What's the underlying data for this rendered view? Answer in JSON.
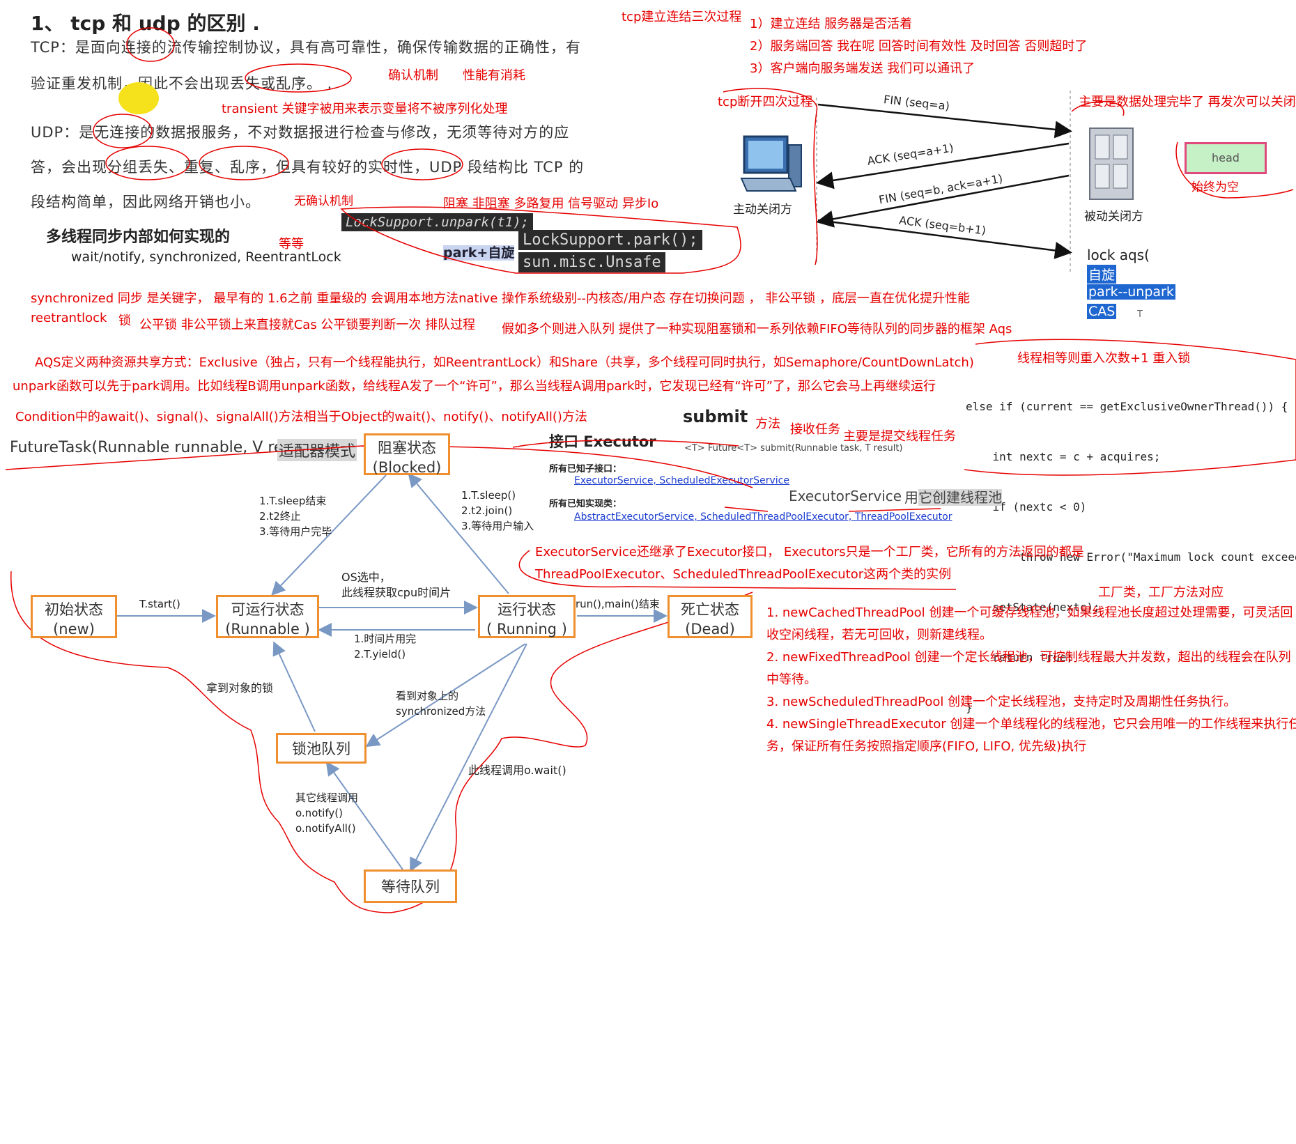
{
  "tcp_udp": {
    "heading": "1、 tcp 和 udp 的区别 .",
    "tcp_line1": "TCP：是面向连接的流传输控制协议，具有高可靠性，确保传输数据的正确性，有",
    "tcp_line2": "验证重发机制，因此不会出现丢失或乱序。 .",
    "udp_line1": "UDP：是无连接的数据报服务，不对数据报进行检查与修改，无须等待对方的应",
    "udp_line2": "答，会出现分组丢失、重复、乱序，但具有较好的实时性，UDP 段结构比 TCP 的",
    "udp_line3": "段结构简单，因此网络开销也小。",
    "note_confirm": "确认机制",
    "note_perf": "性能有消耗",
    "note_transient": "transient 关键字被用来表示变量将不被序列化处理",
    "note_no_confirm": "无确认机制",
    "note_io": "阻塞 非阻塞 多路复用 信号驱动 异步Io"
  },
  "handshake": {
    "title": "tcp建立连结三次过程",
    "step1": "1）建立连结  服务器是否活着",
    "step2": "2）服务端回答 我在呢  回答时间有效性 及时回答 否则超时了",
    "step3": "3）客户端向服务端发送 我们可以通讯了"
  },
  "teardown": {
    "title": "tcp断开四次过程",
    "note": "主要是数据处理完毕了 再发次可以关闭",
    "fin1": "FIN (seq=a)",
    "ack1": "ACK (seq=a+1)",
    "fin2": "FIN (seq=b, ack=a+1)",
    "ack2": "ACK (seq=b+1)",
    "active": "主动关闭方",
    "passive": "被动关闭方",
    "head_label": "head",
    "always_empty": "始终为空",
    "aqs_title": "lock  aqs(",
    "aqs_items": [
      "自旋",
      "park--unpark",
      "CAS"
    ],
    "aqs_t": "T"
  },
  "sync": {
    "heading": "多线程同步内部如何实现的",
    "sub": "wait/notify, synchronized, ReentrantLock",
    "etc": "等等",
    "unpark_code": "LockSupport.unpark(t1);",
    "park_spin": "park+自旋",
    "park_code": "LockSupport.park();",
    "unsafe_code": "sun.misc.Unsafe",
    "synchronized_note": "synchronized  同步 是关键字，  最早有的 1.6之前 重量级的  会调用本地方法native 操作系统级别--内核态/用户态  存在切换问题 ，  非公平锁 ，底层一直在优化提升性能",
    "reentrant_label": "reetrantlock",
    "lock_word": "锁",
    "reentrant_note": "公平锁 非公平锁上来直接就Cas     公平锁要判断一次   排队过程",
    "queue_note": "假如多个则进入队列   提供了一种实现阻塞锁和一系列依赖FIFO等待队列的同步器的框架  Aqs",
    "aqs_modes": "AQS定义两种资源共享方式：Exclusive（独占，只有一个线程能执行，如ReentrantLock）和Share（共享，多个线程可同时执行，如Semaphore/CountDownLatch)",
    "unpark_note": "unpark函数可以先于park调用。比如线程B调用unpark函数，给线程A发了一个“许可”，那么当线程A调用park时，它发现已经有“许可”了，那么它会马上再继续运行",
    "condition_note": "Condition中的await()、signal()、signalAll()方法相当于Object的wait()、notify()、notifyAll()方法",
    "futuretask": "FutureTask(Runnable runnable, V result)",
    "adapter": "适配器模式"
  },
  "reentry": {
    "title": "线程相等则重入次数+1 重入锁",
    "code": [
      "else if (current == getExclusiveOwnerThread()) {",
      "    int nextc = c + acquires;",
      "    if (nextc < 0)",
      "        throw new Error(\"Maximum lock count exceeded\");",
      "    setState(nextc);",
      "    return true;",
      "}"
    ]
  },
  "executor": {
    "submit": "submit",
    "method": "方法",
    "receive": "接收任务",
    "main": "主要是提交线程任务",
    "iface": "接口 Executor",
    "submit_sig": "<T> Future<T> submit(Runnable task, T result)",
    "known_sub": "所有已知子接口：",
    "sub_ifaces": "ExecutorService, ScheduledExecutorService",
    "known_impl": "所有已知实现类：",
    "impls": "AbstractExecutorService, ScheduledThreadPoolExecutor, ThreadPoolExecutor",
    "service": "ExecutorService",
    "create_pool_prefix": "用",
    "create_pool": "它创建线程池",
    "extends_line1": "ExecutorService还继承了Executor接口， Executors只是一个工厂类，它所有的方法返回的都是",
    "extends_line2": "ThreadPoolExecutor、ScheduledThreadPoolExecutor这两个类的实例",
    "factory": "工厂类，工厂方法对应",
    "pools": [
      "1. newCachedThreadPool 创建一个可缓存线程池，如果线程池长度超过处理需要，可灵活回",
      "收空闲线程，若无可回收，则新建线程。",
      "2. newFixedThreadPool 创建一个定长线程池，可控制线程最大并发数，超出的线程会在队列",
      "中等待。",
      "3. newScheduledThreadPool 创建一个定长线程池，支持定时及周期性任务执行。",
      "4. newSingleThreadExecutor 创建一个单线程化的线程池，它只会用唯一的工作线程来执行任",
      "务，保证所有任务按照指定顺序(FIFO, LIFO, 优先级)执行"
    ]
  },
  "states": {
    "blocked": [
      "阻塞状态",
      "(Blocked)"
    ],
    "new": [
      "初始状态",
      "(new)"
    ],
    "runnable": [
      "可运行状态",
      "(Runnable )"
    ],
    "running": [
      "运行状态",
      "( Running )"
    ],
    "dead": [
      "死亡状态",
      "(Dead)"
    ],
    "lockpool": "锁池队列",
    "waitqueue": "等待队列",
    "t_start": "T.start()",
    "os_pick": [
      "OS选中，",
      "此线程获取cpu时间片"
    ],
    "slice_done": [
      "1.时间片用完",
      "2.T.yield()"
    ],
    "run_end": "run(),main()结束",
    "blocked_exit": [
      "1.T.sleep结束",
      "2.t2终止",
      "3.等待用户完毕"
    ],
    "blocked_enter": [
      "1.T.sleep()",
      "2.t2.join()",
      "3.等待用户输入"
    ],
    "got_lock": "拿到对象的锁",
    "see_sync": [
      "看到对象上的",
      "synchronized方法"
    ],
    "call_wait": "此线程调用o.wait()",
    "other_notify": [
      "其它线程调用",
      "o.notify()",
      "o.notifyAll()"
    ]
  }
}
